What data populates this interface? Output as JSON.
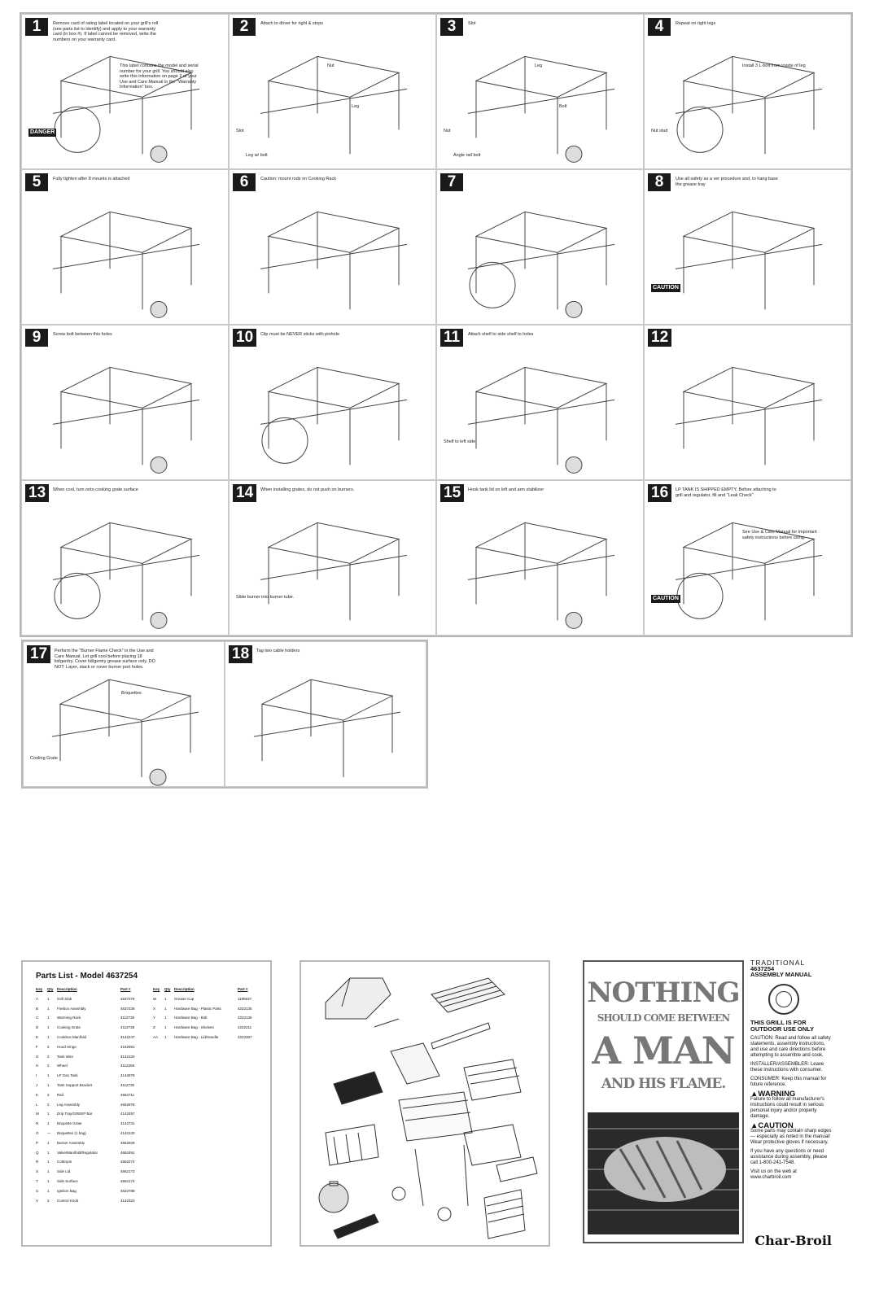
{
  "steps": [
    {
      "n": "1",
      "caps": [
        "Remove card of rating label located on your grill's roll (see parts list to identify) and apply to your warranty card (in box #). If label cannot be removed, write the numbers on your warranty card.",
        "DANGER",
        "This label contains the model and serial number for your grill. You should also write this information on page 2 of your Use and Care Manual in the \"Warranty Information\" box."
      ]
    },
    {
      "n": "2",
      "caps": [
        "Attach to driver for right & stops",
        "Slot",
        "Nut",
        "Leg",
        "Leg w/ bolt"
      ]
    },
    {
      "n": "3",
      "caps": [
        "Slot",
        "Nut",
        "Leg",
        "Bolt",
        "Angle rail bolt"
      ]
    },
    {
      "n": "4",
      "caps": [
        "Repeat on right legs",
        "Nut stud",
        "Install 3 L-bolt from inside of leg"
      ]
    },
    {
      "n": "5",
      "caps": [
        "Fully tighten after 8 mounts is attached"
      ]
    },
    {
      "n": "6",
      "caps": [
        "Caution: mount rods on Cooking Rack"
      ]
    },
    {
      "n": "7",
      "caps": []
    },
    {
      "n": "8",
      "caps": [
        "Use all safety as a ver procedure and, to hang base the grease tray",
        "CAUTION"
      ]
    },
    {
      "n": "9",
      "caps": [
        "Screw bolt between this holes"
      ]
    },
    {
      "n": "10",
      "caps": [
        "Clip must be NEVER sticks with pinhole"
      ]
    },
    {
      "n": "11",
      "caps": [
        "Attach shelf to side shelf to holes",
        "Shelf to left side"
      ]
    },
    {
      "n": "12",
      "caps": []
    },
    {
      "n": "13",
      "caps": [
        "When cool, turn onto cooking grate surface"
      ]
    },
    {
      "n": "14",
      "caps": [
        "When installing grates, do not push on burners.",
        "Slide burner into burner tube."
      ]
    },
    {
      "n": "15",
      "caps": [
        "Hook tank lid on left and arm stabilizer"
      ]
    },
    {
      "n": "16",
      "caps": [
        "LP TANK IS SHIPPED EMPTY. Before attaching to grill and regulator, fill and \"Leak Check\"",
        "CAUTION",
        "See Use & Care Manual for important safety instructions before using."
      ]
    },
    {
      "n": "17",
      "caps": [
        "Perform the \"Burner Flame Check\" in the Use and Care Manual. Let grill cool before placing 18 lid/gentry. Cover lid/gentry grease surface only. DO NOT: Layer, stack or cover burner port holes.",
        "Cooling Grate",
        "Briquettes"
      ]
    },
    {
      "n": "18",
      "caps": [
        "Tag two cable holders"
      ]
    }
  ],
  "parts": {
    "title": "Parts List - Model 4637254",
    "headers": [
      "Key",
      "Qty",
      "Description",
      "Part #"
    ],
    "left": [
      [
        "A",
        "1",
        "Grill Slab",
        "4637279"
      ],
      [
        "B",
        "1",
        "Firebox Assembly",
        "4637228"
      ],
      [
        "C",
        "1",
        "Warming Rack",
        "4112736"
      ],
      [
        "D",
        "1",
        "Cooking Grate",
        "4112738"
      ],
      [
        "E",
        "1",
        "Cookbox Manifold",
        "4142247"
      ],
      [
        "F",
        "2",
        "Hood Hinge",
        "4162891"
      ],
      [
        "G",
        "2",
        "Tank Wire",
        "4142120"
      ],
      [
        "H",
        "2",
        "Wheel",
        "4112258"
      ],
      [
        "I",
        "1",
        "LP Gas Tank",
        "4142878"
      ],
      [
        "J",
        "1",
        "Tank Support Bracket",
        "4112730"
      ],
      [
        "K",
        "2",
        "Rail",
        "4662711"
      ],
      [
        "L",
        "2",
        "Leg Assembly",
        "4652878"
      ],
      [
        "M",
        "1",
        "Drip Tray/GREEP Bar",
        "4142457"
      ],
      [
        "N",
        "1",
        "Briquette Grate",
        "4142731"
      ],
      [
        "O",
        "—",
        "Briquettes (1 bag)",
        "4142120"
      ],
      [
        "P",
        "1",
        "Burner Assembly",
        "4662928"
      ],
      [
        "Q",
        "1",
        "Valve/Manifold/Regulator",
        "4662491"
      ],
      [
        "R",
        "1",
        "Cotterpin",
        "4662274"
      ],
      [
        "S",
        "1",
        "Side Lid",
        "4662173"
      ],
      [
        "T",
        "1",
        "Side Surface",
        "4662174"
      ],
      [
        "U",
        "1",
        "Ignition Bag",
        "4622788"
      ],
      [
        "V",
        "2",
        "Control Knob",
        "4142322"
      ]
    ],
    "right": [
      [
        "W",
        "1",
        "Grease Cup",
        "1195637"
      ],
      [
        "X",
        "1",
        "Hardware Bag - Plastic Parts",
        "4222135"
      ],
      [
        "Y",
        "1",
        "Hardware Bag - Bolt",
        "4222136"
      ],
      [
        "Z",
        "1",
        "Hardware Bag - Shelves",
        "4222211"
      ],
      [
        "AA",
        "1",
        "Hardware Bag - Lid/Handle",
        "4222367"
      ]
    ]
  },
  "cover": {
    "poster": [
      "NOTHING",
      "SHOULD COME BETWEEN",
      "A MAN",
      "AND HIS FLAME."
    ],
    "brand_line": "TRADITIONAL",
    "model": "4637254",
    "manual": "ASSEMBLY MANUAL",
    "outdoor": "THIS GRILL IS FOR OUTDOOR USE ONLY",
    "caution_text": "CAUTION: Read and follow all safety statements, assembly instructions, and use and care directions before attempting to assemble and cook.",
    "installer": "INSTALLER/ASSEMBLER: Leave these instructions with consumer.",
    "consumer": "CONSUMER: Keep this manual for future reference.",
    "warning_title": "WARNING",
    "warning_text": "Failure to follow all manufacturer's instructions could result in serious personal injury and/or property damage.",
    "caution_title": "CAUTION",
    "caution2_text": "Some parts may contain sharp edges — especially as noted in the manual! Wear protective gloves if necessary.",
    "questions": "If you have any questions or need assistance during assembly, please call 1-800-241-7548.",
    "visit": "Visit us on the web at www.charbroil.com",
    "logo": "Char-Broil"
  }
}
